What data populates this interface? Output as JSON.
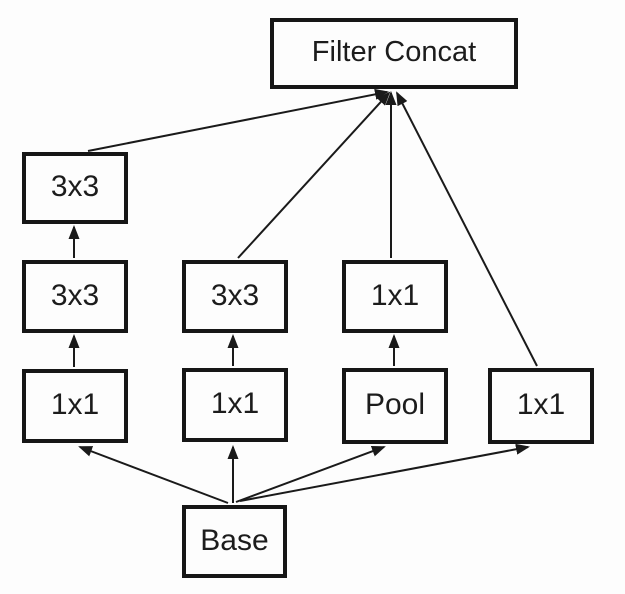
{
  "diagram": {
    "type": "network-module-flow",
    "nodes": {
      "filter_concat": {
        "label": "Filter Concat"
      },
      "branch1_3x3_top": {
        "label": "3x3"
      },
      "branch1_3x3": {
        "label": "3x3"
      },
      "branch1_1x1": {
        "label": "1x1"
      },
      "branch2_3x3": {
        "label": "3x3"
      },
      "branch2_1x1": {
        "label": "1x1"
      },
      "branch3_1x1": {
        "label": "1x1"
      },
      "branch3_pool": {
        "label": "Pool"
      },
      "branch4_1x1": {
        "label": "1x1"
      },
      "base": {
        "label": "Base"
      }
    },
    "edges": [
      {
        "from": "base",
        "to": "branch1_1x1"
      },
      {
        "from": "base",
        "to": "branch2_1x1"
      },
      {
        "from": "base",
        "to": "branch3_pool"
      },
      {
        "from": "base",
        "to": "branch4_1x1"
      },
      {
        "from": "branch1_1x1",
        "to": "branch1_3x3"
      },
      {
        "from": "branch1_3x3",
        "to": "branch1_3x3_top"
      },
      {
        "from": "branch2_1x1",
        "to": "branch2_3x3"
      },
      {
        "from": "branch3_pool",
        "to": "branch3_1x1"
      },
      {
        "from": "branch1_3x3_top",
        "to": "filter_concat"
      },
      {
        "from": "branch2_3x3",
        "to": "filter_concat"
      },
      {
        "from": "branch3_1x1",
        "to": "filter_concat"
      },
      {
        "from": "branch4_1x1",
        "to": "filter_concat"
      }
    ],
    "colors": {
      "stroke": "#1a1a1a",
      "background": "#fdfdfd",
      "text": "#1c1c1c"
    }
  }
}
